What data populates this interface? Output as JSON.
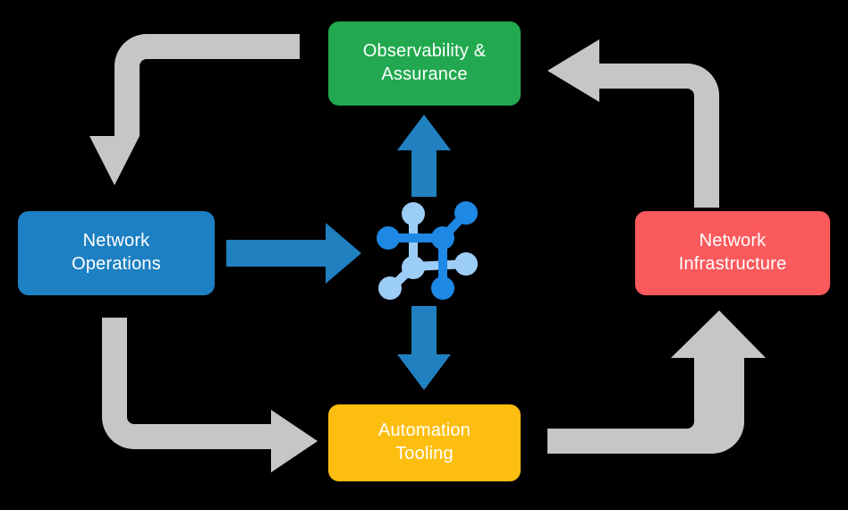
{
  "diagram": {
    "title": "Network automation lifecycle cycle diagram",
    "background_color": "#000000",
    "nodes": [
      {
        "id": "observability",
        "label": "Observability &\nAssurance",
        "color": "#22a94f",
        "position": "top"
      },
      {
        "id": "network-operations",
        "label": "Network\nOperations",
        "color": "#1d80c2",
        "position": "left"
      },
      {
        "id": "network-infrastructure",
        "label": "Network\nInfrastructure",
        "color": "#fb5a5d",
        "position": "right"
      },
      {
        "id": "automation-tooling",
        "label": "Automation\nTooling",
        "color": "#febe10",
        "position": "bottom"
      }
    ],
    "center_icon": {
      "name": "network-topology-icon",
      "primary_color": "#1e88e5",
      "secondary_color": "#9ccdf7"
    },
    "arrows": {
      "inward_color": "#2180c0",
      "cycle_color": "#c6c6c6",
      "inward": [
        {
          "id": "operations-to-core",
          "direction": "right"
        },
        {
          "id": "core-to-observability",
          "direction": "up"
        },
        {
          "id": "core-to-automation",
          "direction": "down"
        }
      ],
      "cycle": [
        {
          "id": "observability-to-operations",
          "direction": "down"
        },
        {
          "id": "operations-to-automation",
          "direction": "right"
        },
        {
          "id": "automation-to-infrastructure",
          "direction": "up"
        },
        {
          "id": "infrastructure-to-observability",
          "direction": "left"
        }
      ]
    }
  }
}
